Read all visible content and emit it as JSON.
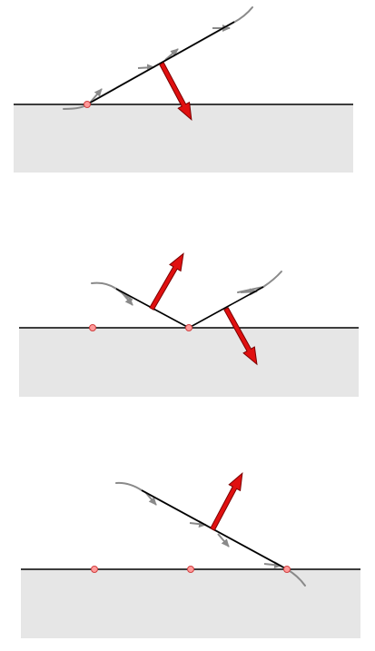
{
  "figure": {
    "panels": [
      {
        "id": "panel-1",
        "surface_color": "#e6e6e6",
        "contact_points": 1,
        "force_arrows": 1,
        "force_direction": "into-surface"
      },
      {
        "id": "panel-2",
        "surface_color": "#e6e6e6",
        "contact_points": 2,
        "force_arrows": 2,
        "force_direction": "mixed"
      },
      {
        "id": "panel-3",
        "surface_color": "#e6e6e6",
        "contact_points": 3,
        "force_arrows": 1,
        "force_direction": "away-from-surface"
      }
    ],
    "colors": {
      "arrow_fill": "#e01010",
      "arrow_stroke": "#7a0000",
      "contact_point_fill": "#ff9a9a",
      "contact_point_stroke": "#d04040",
      "guide_curve": "#8a8a8a",
      "line": "#000000"
    }
  }
}
